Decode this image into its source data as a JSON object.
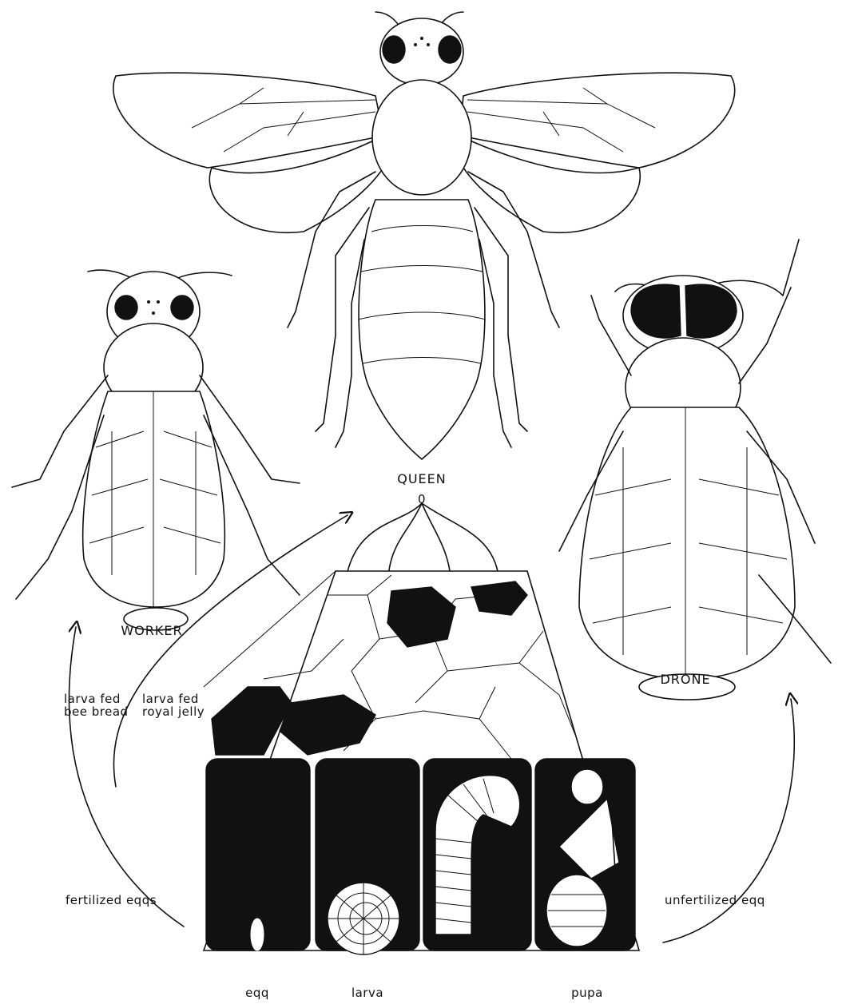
{
  "labels": {
    "queen": "QUEEN",
    "worker": "WORKER",
    "drone": "DRONE",
    "fertilized_eggs": "fertilized eqqs",
    "unfertilized_egg": "unfertilized eqq",
    "larva_bee_bread_line1": "larva fed",
    "larva_bee_bread_line2": "bee bread",
    "larva_royal_jelly_line1": "larva fed",
    "larva_royal_jelly_line2": "royal jelly",
    "egg": "eqq",
    "larva": "larva",
    "pupa": "pupa"
  },
  "colors": {
    "ink": "#111111",
    "paper": "#ffffff"
  }
}
